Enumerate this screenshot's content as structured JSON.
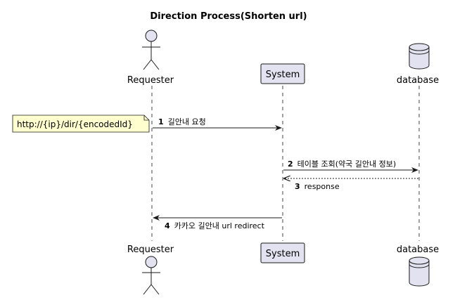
{
  "title": "Direction Process(Shorten url)",
  "participants": {
    "requester": "Requester",
    "system": "System",
    "database": "database"
  },
  "note": "http://{ip}/dir/{encodedId}",
  "messages": [
    {
      "num": "1",
      "text": "길안내 요청"
    },
    {
      "num": "2",
      "text": "테이블 조회(약국 길안내 정보)"
    },
    {
      "num": "3",
      "text": "response"
    },
    {
      "num": "4",
      "text": "카카오 길안내 url redirect"
    }
  ],
  "colors": {
    "participant_fill": "#e2e2f0",
    "participant_stroke": "#181818",
    "note_fill": "#fefece",
    "lifeline": "#181818"
  }
}
